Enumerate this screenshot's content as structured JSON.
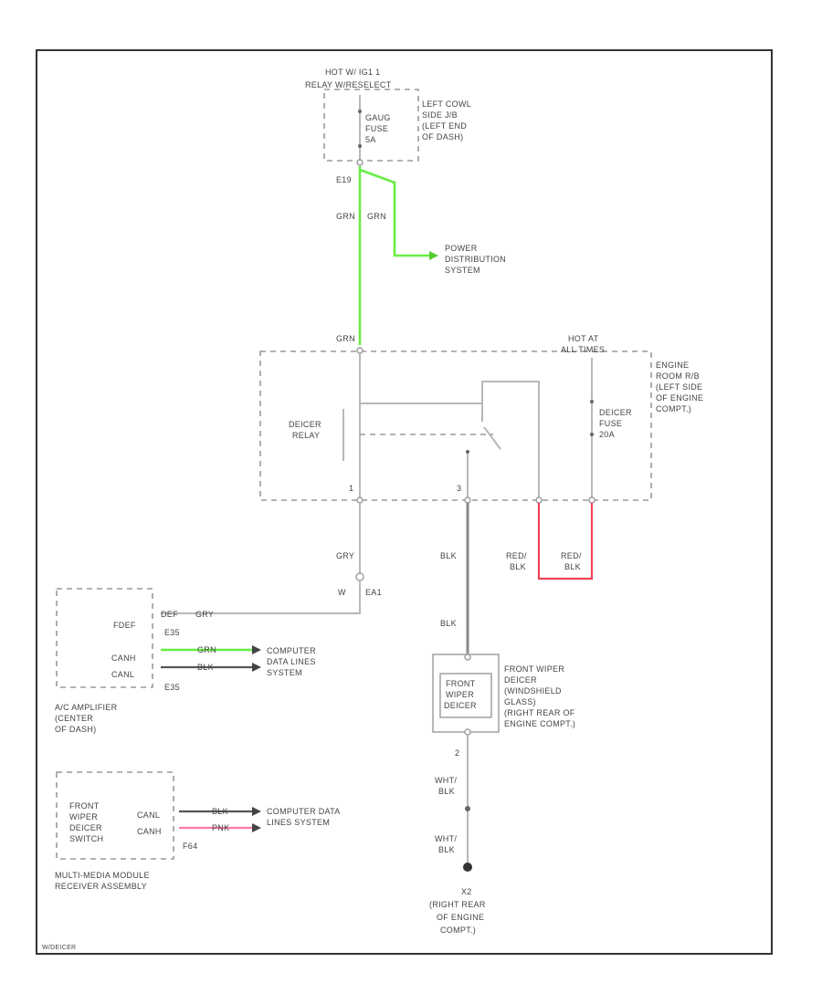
{
  "labels": {
    "hot_relay": "HOT W/ IG1 1",
    "relay_box": "RELAY W/RESELECT",
    "left_cowl_1": "LEFT COWL",
    "left_cowl_2": "SIDE J/B",
    "left_cowl_3": "(LEFT END",
    "left_cowl_4": "OF DASH)",
    "gauge_1": "GAUG",
    "gauge_2": "FUSE",
    "gauge_3": "5A",
    "e19": "E19",
    "grn_a": "GRN",
    "grn_b": "GRN",
    "power_1": "POWER",
    "power_2": "DISTRIBUTION",
    "power_3": "SYSTEM",
    "grn_c": "GRN",
    "hot_at_1": "HOT AT",
    "hot_at_2": "ALL TIMES",
    "eng_1": "ENGINE",
    "eng_2": "ROOM R/B",
    "eng_3": "(LEFT SIDE",
    "eng_4": "OF ENGINE",
    "eng_5": "COMPT.)",
    "deicer_relay_1": "DEICER",
    "deicer_relay_2": "RELAY",
    "deicer_fuse_1": "DEICER",
    "deicer_fuse_2": "FUSE",
    "deicer_fuse_3": "20A",
    "pin1": "1",
    "pin3": "3",
    "grn_d": "GRY",
    "blk_a": "BLK",
    "redblk_a1": "RED/",
    "redblk_a2": "BLK",
    "redblk_b1": "RED/",
    "redblk_b2": "BLK",
    "ea1": "EA1",
    "ea1_pin": "W",
    "pin_out": "DEF",
    "fdef": "FDEF",
    "pin_grn": "GRY",
    "e35_a": "E35",
    "canh": "CANH",
    "canl": "CANL",
    "e35_b": "E35",
    "wire_grn": "GRN",
    "wire_blk": "BLK",
    "comp_1a": "COMPUTER",
    "comp_1b": "DATA LINES",
    "comp_1c": "SYSTEM",
    "ac_1": "A/C AMPLIFIER",
    "ac_2": "(CENTER",
    "ac_3": "OF DASH)",
    "blk_b": "BLK",
    "fwd_box_1": "FRONT",
    "fwd_box_2": "WIPER",
    "fwd_box_3": "DEICER",
    "fwd_1": "FRONT WIPER",
    "fwd_2": "DEICER",
    "fwd_3": "(WINDSHIELD",
    "fwd_4": "GLASS)",
    "fwd_5": "(RIGHT REAR OF",
    "fwd_6": "ENGINE COMPT.)",
    "pin2": "2",
    "whtblk_a1": "WHT/",
    "whtblk_a2": "BLK",
    "whtblk_b1": "WHT/",
    "whtblk_b2": "BLK",
    "sw_1": "FRONT",
    "sw_2": "WIPER",
    "sw_3": "DEICER",
    "sw_4": "SWITCH",
    "sw_canl": "CANL",
    "sw_canh": "CANH",
    "sw_blk": "BLK",
    "sw_pnk": "PNK",
    "f64": "F64",
    "comp_2a": "COMPUTER DATA",
    "comp_2b": "LINES SYSTEM",
    "mm_1": "MULTI-MEDIA MODULE",
    "mm_2": "RECEIVER ASSEMBLY",
    "ground_1": "X2",
    "ground_2": "(RIGHT REAR",
    "ground_3": "OF ENGINE",
    "ground_4": "COMPT.)",
    "figure_id": "W/DEICER"
  },
  "colors": {
    "green_wire": "#66ee44",
    "red_wire": "#ee4455",
    "pink_wire": "#ff77aa",
    "gray_wire": "#b8b8b8",
    "black_wire": "#555555"
  }
}
